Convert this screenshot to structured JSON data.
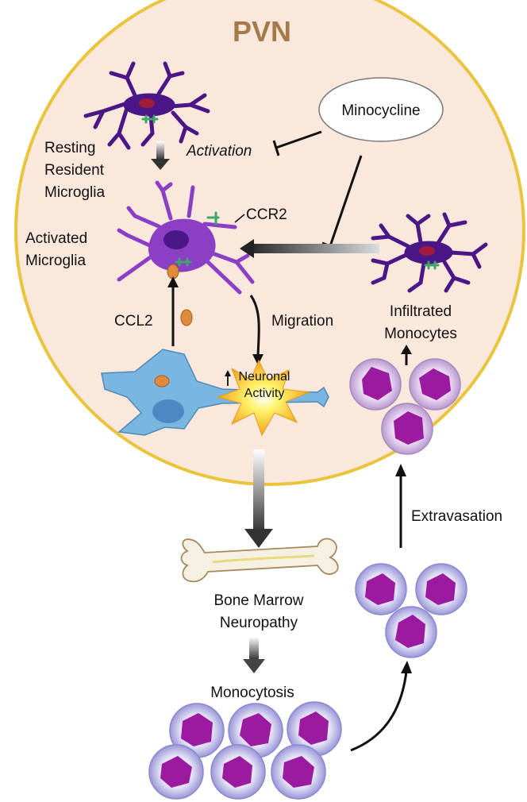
{
  "title": "PVN",
  "labels": {
    "minocycline": "Minocycline",
    "activation": "Activation",
    "resting_line1": "Resting",
    "resting_line2": "Resident",
    "resting_line3": "Microglia",
    "activated_line1": "Activated",
    "activated_line2": "Microglia",
    "ccr2": "CCR2",
    "ccl2": "CCL2",
    "migration": "Migration",
    "neuronal_line1": "Neuronal",
    "neuronal_line2": "Activity",
    "infiltrated_line1": "Infiltrated",
    "infiltrated_line2": "Monocytes",
    "extravasation": "Extravasation",
    "bone_line1": "Bone Marrow",
    "bone_line2": "Neuropathy",
    "monocytosis": "Monocytosis"
  },
  "colors": {
    "pvn_fill": "#fae8dc",
    "pvn_border": "#e9c43c",
    "microglia_dark": "#4b1685",
    "microglia_active": "#8a3fc4",
    "neuron": "#79b6e0",
    "monocyte_outer": "#e2c6ec",
    "monocyte_inner": "#9a1aa0",
    "ccl2": "#e08a3c",
    "receptor": "#3fa56a",
    "title": "#a57a4a"
  }
}
